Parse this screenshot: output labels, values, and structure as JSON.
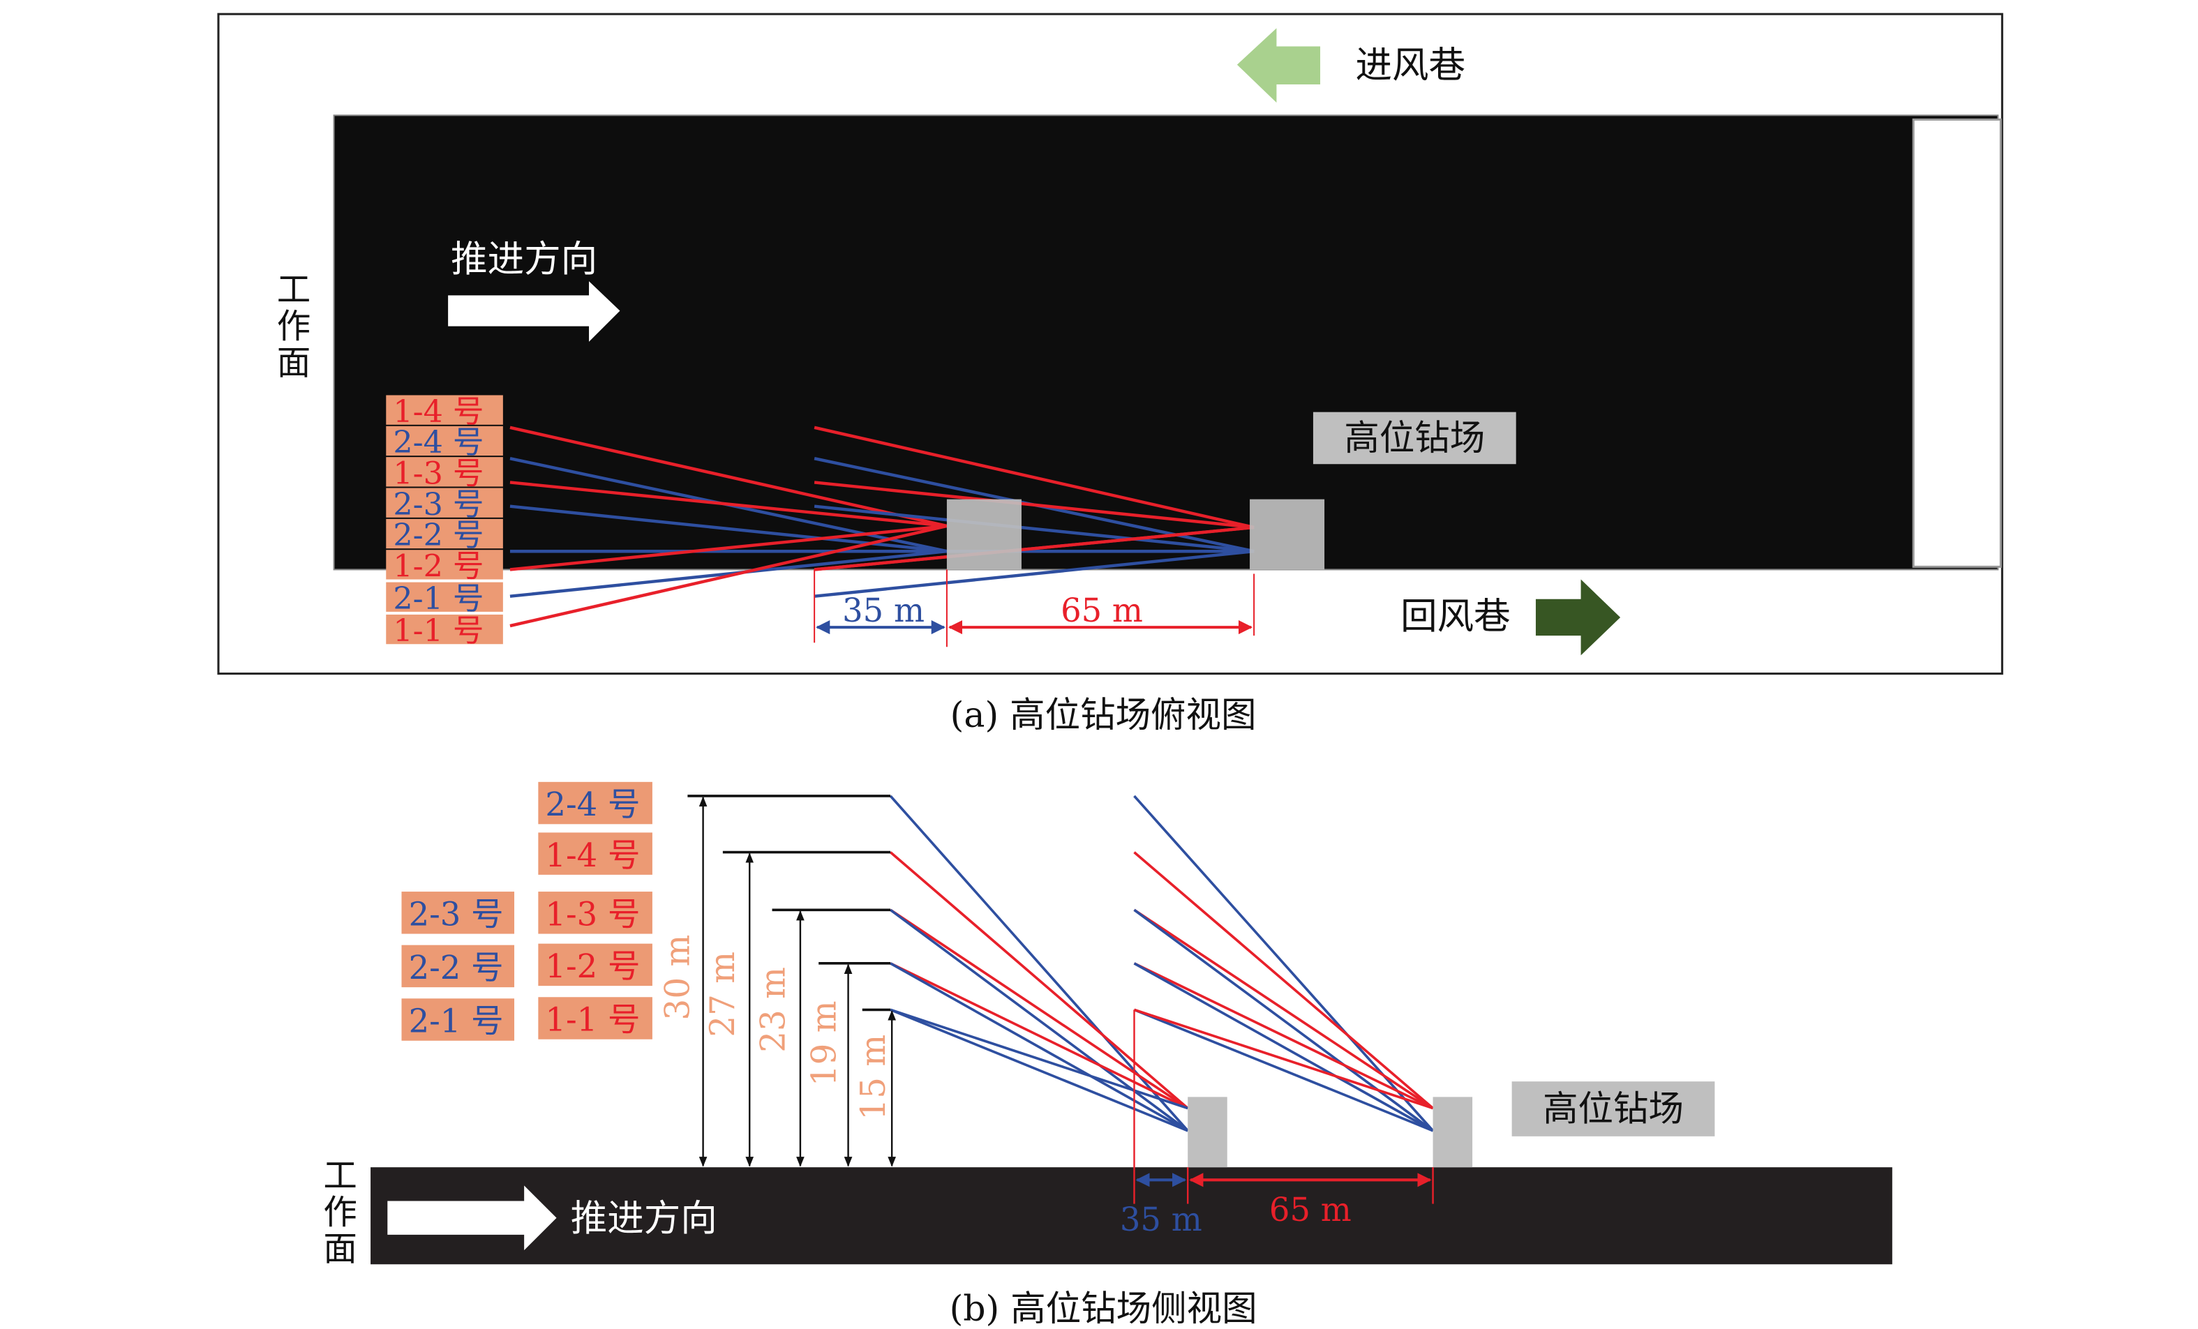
{
  "colors": {
    "red": "#e8202a",
    "blue": "#2e4fa0",
    "label_box": "#ec9a74",
    "dimension_text": "#f0a07a",
    "drill_site": "#bfbfbf",
    "inlet_arrow": "#a9d18e",
    "return_arrow": "#375623",
    "roadway": "#0d0d0d"
  },
  "top_view": {
    "inlet_label": "进风巷",
    "return_label": "回风巷",
    "face_label": "工作面",
    "advance_label": "推进方向",
    "drill_site_label": "高位钻场",
    "boreholes": [
      {
        "label": "1-4 号",
        "group": "red"
      },
      {
        "label": "2-4 号",
        "group": "blue"
      },
      {
        "label": "1-3 号",
        "group": "red"
      },
      {
        "label": "2-3 号",
        "group": "blue"
      },
      {
        "label": "2-2 号",
        "group": "blue"
      },
      {
        "label": "1-2 号",
        "group": "red"
      },
      {
        "label": "2-1 号",
        "group": "blue"
      },
      {
        "label": "1-1 号",
        "group": "red"
      }
    ],
    "dim_35": "35 m",
    "dim_65": "65 m",
    "caption": "(a) 高位钻场俯视图"
  },
  "side_view": {
    "face_label": "工作面",
    "advance_label": "推进方向",
    "drill_site_label": "高位钻场",
    "labels_right": [
      {
        "label": "2-4 号",
        "group": "blue"
      },
      {
        "label": "1-4 号",
        "group": "red"
      },
      {
        "label": "1-3 号",
        "group": "red"
      },
      {
        "label": "1-2 号",
        "group": "red"
      },
      {
        "label": "1-1 号",
        "group": "red"
      }
    ],
    "labels_left": [
      {
        "label": "2-3 号",
        "group": "blue"
      },
      {
        "label": "2-2 号",
        "group": "blue"
      },
      {
        "label": "2-1 号",
        "group": "blue"
      }
    ],
    "heights": [
      "30 m",
      "27 m",
      "23 m",
      "19 m",
      "15 m"
    ],
    "dim_35": "35 m",
    "dim_65": "65 m",
    "caption": "(b) 高位钻场侧视图"
  }
}
